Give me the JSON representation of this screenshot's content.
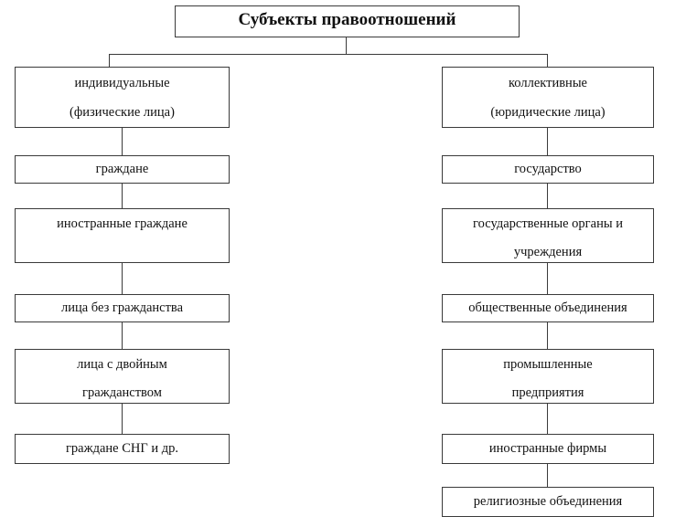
{
  "diagram": {
    "title": "Субъекты правоотношений",
    "root": {
      "label": "Субъекты правоотношений"
    },
    "branches": [
      {
        "name": "individual",
        "head": {
          "line1": "индивидуальные",
          "line2": "(физические лица)"
        },
        "items": [
          {
            "line1": "граждане",
            "line2": ""
          },
          {
            "line1": "иностранные граждане",
            "line2": ""
          },
          {
            "line1": "лица без гражданства",
            "line2": ""
          },
          {
            "line1": "лица с двойным",
            "line2": "гражданством"
          },
          {
            "line1": "граждане СНГ и др.",
            "line2": ""
          }
        ]
      },
      {
        "name": "collective",
        "head": {
          "line1": "коллективные",
          "line2": "(юридические лица)"
        },
        "items": [
          {
            "line1": "государство",
            "line2": ""
          },
          {
            "line1": "государственные органы и",
            "line2": "учреждения"
          },
          {
            "line1": "общественные объединения",
            "line2": ""
          },
          {
            "line1": "промышленные",
            "line2": "предприятия"
          },
          {
            "line1": "иностранные фирмы",
            "line2": ""
          },
          {
            "line1": "религиозные объединения",
            "line2": ""
          }
        ]
      }
    ],
    "colors": {
      "border": "#3a3a3a",
      "background": "#ffffff",
      "text": "#111111"
    }
  }
}
